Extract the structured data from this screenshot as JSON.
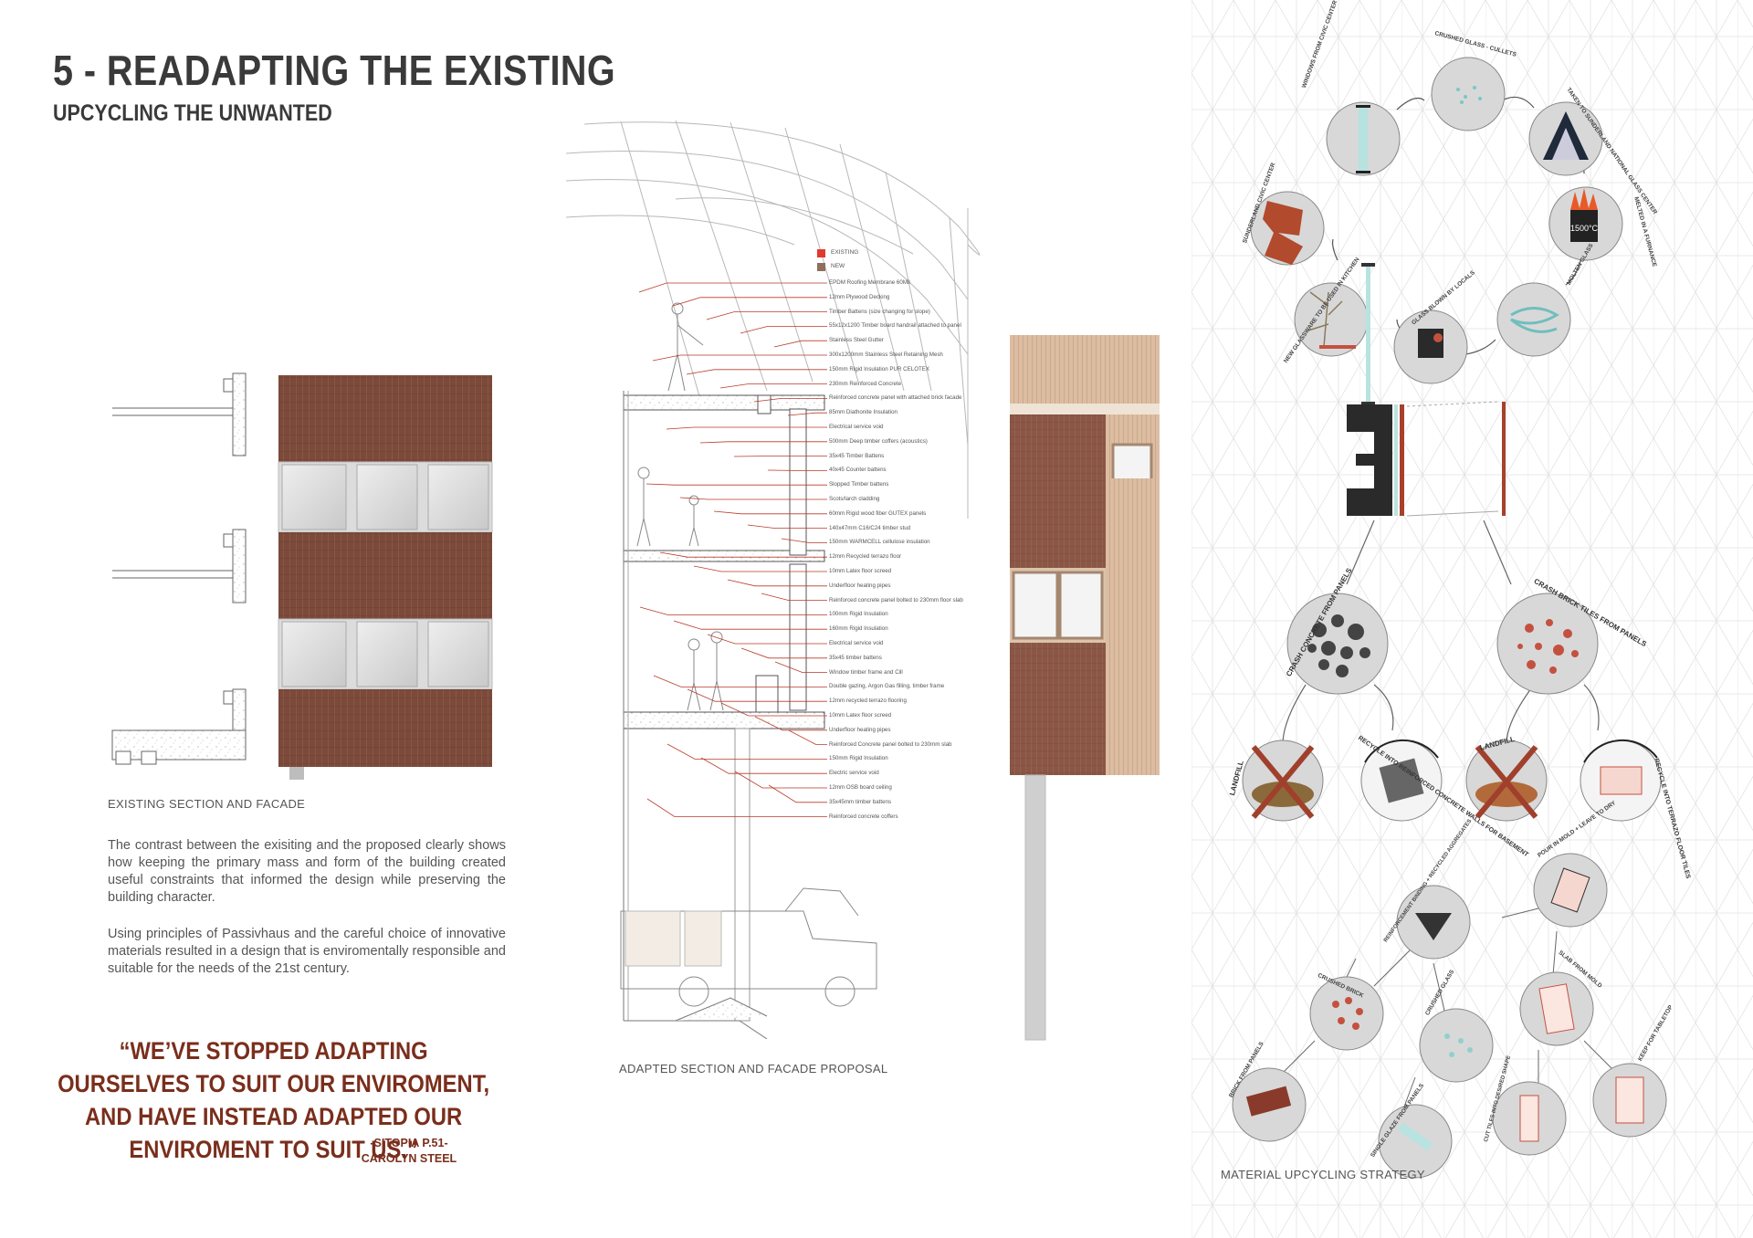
{
  "header": {
    "title": "5 - READAPTING THE EXISTING",
    "subtitle": "UPCYCLING THE UNWANTED"
  },
  "existing": {
    "caption": "EXISTING SECTION AND FACADE"
  },
  "text": {
    "paragraph1": "The contrast between the exisiting and the proposed clearly shows how keeping the primary mass and form of the building created useful constraints that informed the design while preserving the building character.",
    "paragraph2": "Using principles of Passivhaus and the careful choice of innovative materials resulted in a design that is enviromentally responsible and suitable for the needs of the 21st century."
  },
  "quote": {
    "text": "“WE’VE STOPPED ADAPTING OURSELVES TO SUIT OUR ENVIROMENT, AND HAVE INSTEAD ADAPTED OUR ENVIROMENT TO SUIT US.”",
    "source_line1": "-SITOPIA P.51-",
    "source_line2": "CAROLYN STEEL"
  },
  "proposal": {
    "caption": "ADAPTED SECTION AND FACADE PROPOSAL",
    "legend": [
      {
        "label": "EXISTING",
        "color": "#e03a2f"
      },
      {
        "label": "NEW",
        "color": "#8f6f5e"
      }
    ],
    "layers": [
      "EPDM Roofing Membrane 60Mil",
      "12mm Plywood Decking",
      "Timber Battens (size changing for slope)",
      "55x12x1200 Timber board handrail attached to panel",
      "Stainless Steel Gutter",
      "300x1200mm Stainless Steel Retaining Mesh",
      "150mm Rigid Insulation PUR CELOTEX",
      "230mm Reinforced Concrete",
      "Reinforced concrete panel with attached brick facade",
      "85mm Diathonite Insulation",
      "Electrical service void",
      "500mm Deep timber coffers (acoustics)",
      "35x45 Timber Battens",
      "40x45 Counter battens",
      "Slopped Timber battens",
      "Scots/larch cladding",
      "60mm Rigid wood fiber GUTEX panels",
      "140x47mm C16/C24 timber stud",
      "150mm WARMCELL cellulose insulation",
      "12mm Recycled terrazo floor",
      "10mm Latex floor screed",
      "Underfloor heating pipes",
      "Reinforced concrete panel bolted to 230mm floor slab",
      "100mm Rigid Insulation",
      "160mm Rigid Insulation",
      "Electrical service void",
      "35x45 timber battens",
      "Window timber frame and Cill",
      "Double gazing, Argon Gas filling, timber frame",
      "12mm recycled terrazo flooring",
      "10mm Latex floor screed",
      "Underfloor heating pipes",
      "Reinforced Concrete panel bolted to 230mm slab",
      "150mm Rigid Insulation",
      "Electric service void",
      "12mm OSB board ceiling",
      "35x45mm timber battens",
      "Reinforced concrete coffers"
    ]
  },
  "strategy": {
    "caption": "MATERIAL UPCYCLING STRATEGY",
    "cycle_labels": [
      "WINDOWS FROM CIVIC CENTER",
      "CRUSHED GLASS - CULLETS",
      "TAKEN TO SUNDERLAND NATIONAL GLASS CENTER",
      "MELTED IN A FURNANCE",
      "MOLTEN GLASS",
      "GLASS BLOWN BY LOCALS",
      "NEW GLASSWARE TO BE USED IN KITCHEN",
      "SUNDERLAND CIVIC CENTER"
    ],
    "furnace_temp": "1500°C",
    "branch_labels": [
      "CRASH CONCRETE FROM PANELS",
      "CRASH BRICK TILES FROM PANELS",
      "LANDFILL",
      "RECYCLE INTO REINFORCED CONCRETE WALLS FOR BASEMENT",
      "LANDFILL",
      "RECYCLE INTO TERRAZO FLOOR TILES"
    ],
    "process_labels": [
      "BRICK FROM PANELS",
      "CRUSHED BRICK",
      "SINGLE GLAZE FROM PANELS",
      "CRUSHED GLASS",
      "REINFORCEMENT BINDING + RECYCLED AGGREGATES",
      "POUR IN MOLD + LEAVE TO DRY",
      "SLAB FROM MOLD",
      "CUT TILES INTO DESIRED SHAPE",
      "KEEP FOR TABLETOP"
    ]
  },
  "colors": {
    "brick": "#7b4a3a",
    "accent": "#7a2e1c",
    "timber": "#d9b89a",
    "circle": "#d8d8d8",
    "existing_red": "#e03a2f",
    "new_brown": "#8f6f5e"
  }
}
